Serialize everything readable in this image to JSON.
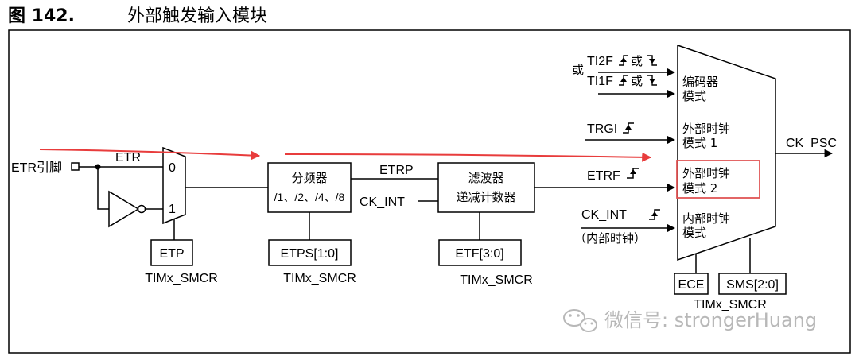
{
  "title": {
    "figure_number": "图 142.",
    "caption": "外部触发输入模块"
  },
  "input": {
    "etr_pin": "ETR引脚",
    "etr": "ETR"
  },
  "mux": {
    "in0": "0",
    "in1": "1"
  },
  "etp": {
    "label": "ETP",
    "register": "TIMx_SMCR"
  },
  "prescaler": {
    "line1": "分频器",
    "line2": "/1、/2、/4、/8"
  },
  "etps": {
    "label": "ETPS[1:0]",
    "register": "TIMx_SMCR"
  },
  "signals": {
    "etrp": "ETRP",
    "ck_int": "CK_INT",
    "etrf": "ETRF",
    "trgi": "TRGI",
    "ck_psc": "CK_PSC",
    "or": "或"
  },
  "filter": {
    "line1": "滤波器",
    "line2": "递减计数器"
  },
  "etf": {
    "label": "ETF[3:0]",
    "register": "TIMx_SMCR"
  },
  "encoder_inputs": {
    "ti2f": "TI2F",
    "ti1f": "TI1F",
    "or": "或"
  },
  "selector": {
    "encoder_l1": "编码器",
    "encoder_l2": "模式",
    "ext1_l1": "外部时钟",
    "ext1_l2": "模式 1",
    "ext2_l1": "外部时钟",
    "ext2_l2": "模式 2",
    "int_l1": "内部时钟",
    "int_l2": "模式"
  },
  "internal_clock": {
    "label": "CK_INT",
    "note": "（内部时钟）"
  },
  "ece": {
    "label": "ECE"
  },
  "sms": {
    "label": "SMS[2:0]",
    "register": "TIMx_SMCR"
  },
  "watermark": {
    "text": "微信号: strongerHuang"
  },
  "colors": {
    "highlight": "#e05555",
    "arrow": "#e83c3c",
    "watermark": "#b8b8b8"
  }
}
